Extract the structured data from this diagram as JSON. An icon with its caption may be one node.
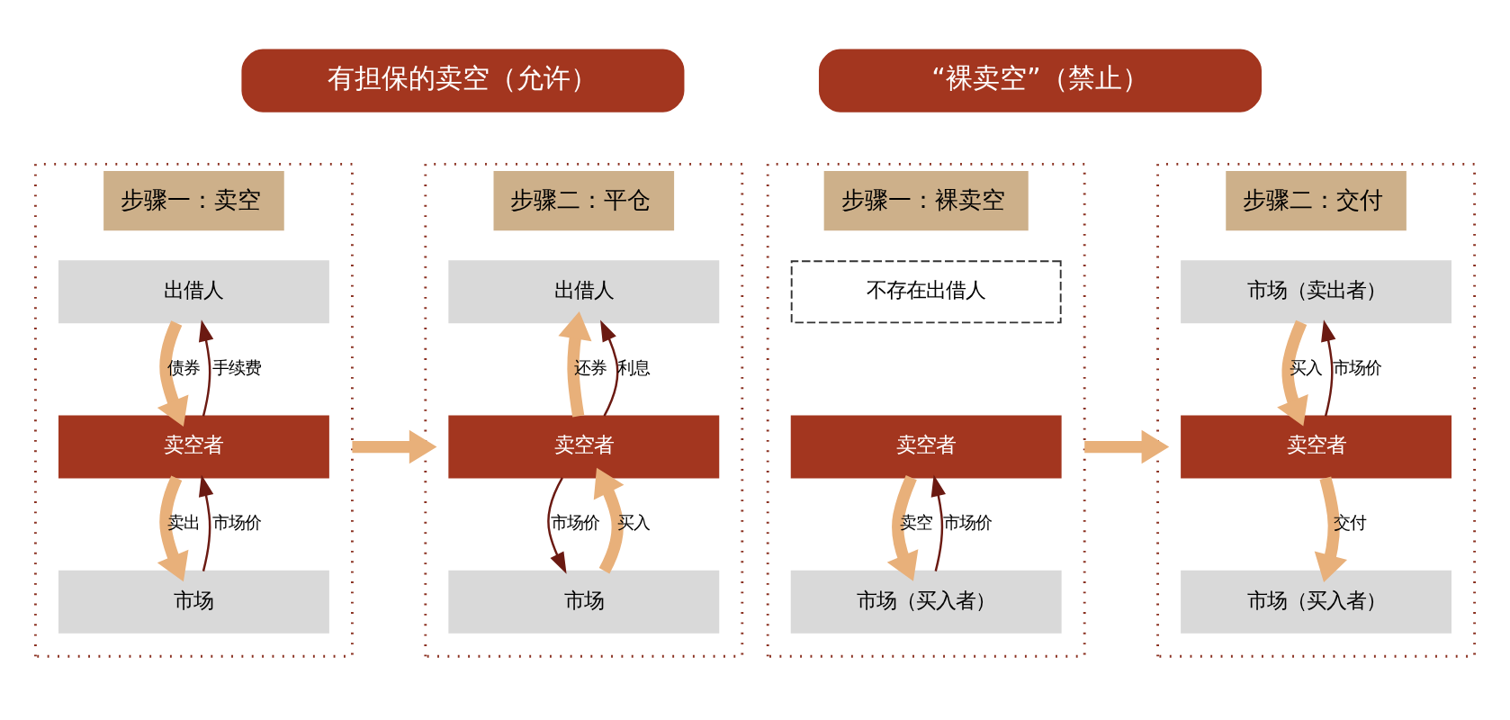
{
  "diagram": {
    "nodes": [
      {
        "text": [
          "有担保的卖空（允许）"
        ]
      },
      {
        "text": [
          "步骤一：卖空"
        ]
      },
      {
        "text": [
          "出借人"
        ],
        "in": 1
      },
      {
        "text": [
          "卖空者"
        ],
        "in": 1
      },
      {
        "text": [
          "市场"
        ],
        "in": 1
      },
      {
        "text": [
          "步骤二：平仓"
        ]
      },
      {
        "text": [
          "出借人"
        ],
        "in": 5
      },
      {
        "text": [
          "卖空者"
        ],
        "in": 5
      },
      {
        "text": [
          "市场"
        ],
        "in": 5
      },
      {
        "text": [
          "“裸卖空”（禁止）"
        ]
      },
      {
        "text": [
          "步骤一：裸卖空"
        ]
      },
      {
        "text": [
          "不存在出借人"
        ],
        "in": 10
      },
      {
        "text": [
          "卖空者"
        ],
        "in": 10
      },
      {
        "text": [
          "市场（买入者）"
        ],
        "in": 10
      },
      {
        "text": [
          "步骤二：交付"
        ]
      },
      {
        "text": [
          "市场（卖出者）"
        ],
        "in": 14
      },
      {
        "text": [
          "卖空者"
        ],
        "in": 14
      },
      {
        "text": [
          "市场（买入者）"
        ],
        "in": 14
      }
    ],
    "edges": [
      {
        "from": 2,
        "to": 3,
        "arrow": "to",
        "label": "债券"
      },
      {
        "from": 3,
        "to": 2,
        "arrow": "to",
        "label": "手续费",
        "color": "#6b1a12"
      },
      {
        "from": 3,
        "to": 4,
        "arrow": "to",
        "label": "卖出"
      },
      {
        "from": 4,
        "to": 3,
        "arrow": "to",
        "label": "市场价",
        "color": "#6b1a12"
      },
      {
        "from": 7,
        "to": 6,
        "arrow": "to",
        "label": "还券"
      },
      {
        "from": 7,
        "to": 6,
        "arrow": "to",
        "label": "利息",
        "color": "#6b1a12"
      },
      {
        "from": 8,
        "to": 7,
        "arrow": "to",
        "label": "买入"
      },
      {
        "from": 7,
        "to": 8,
        "arrow": "to",
        "label": "市场价",
        "color": "#6b1a12"
      },
      {
        "from": 1,
        "to": 5,
        "arrow": "to"
      },
      {
        "from": 12,
        "to": 13,
        "arrow": "to",
        "label": "卖空"
      },
      {
        "from": 13,
        "to": 12,
        "arrow": "to",
        "label": "市场价",
        "color": "#6b1a12"
      },
      {
        "from": 15,
        "to": 16,
        "arrow": "to",
        "label": "买入"
      },
      {
        "from": 16,
        "to": 15,
        "arrow": "to",
        "label": "市场价",
        "color": "#6b1a12"
      },
      {
        "from": 16,
        "to": 17,
        "arrow": "to",
        "label": "交付"
      },
      {
        "from": 10,
        "to": 14,
        "arrow": "to"
      }
    ]
  }
}
